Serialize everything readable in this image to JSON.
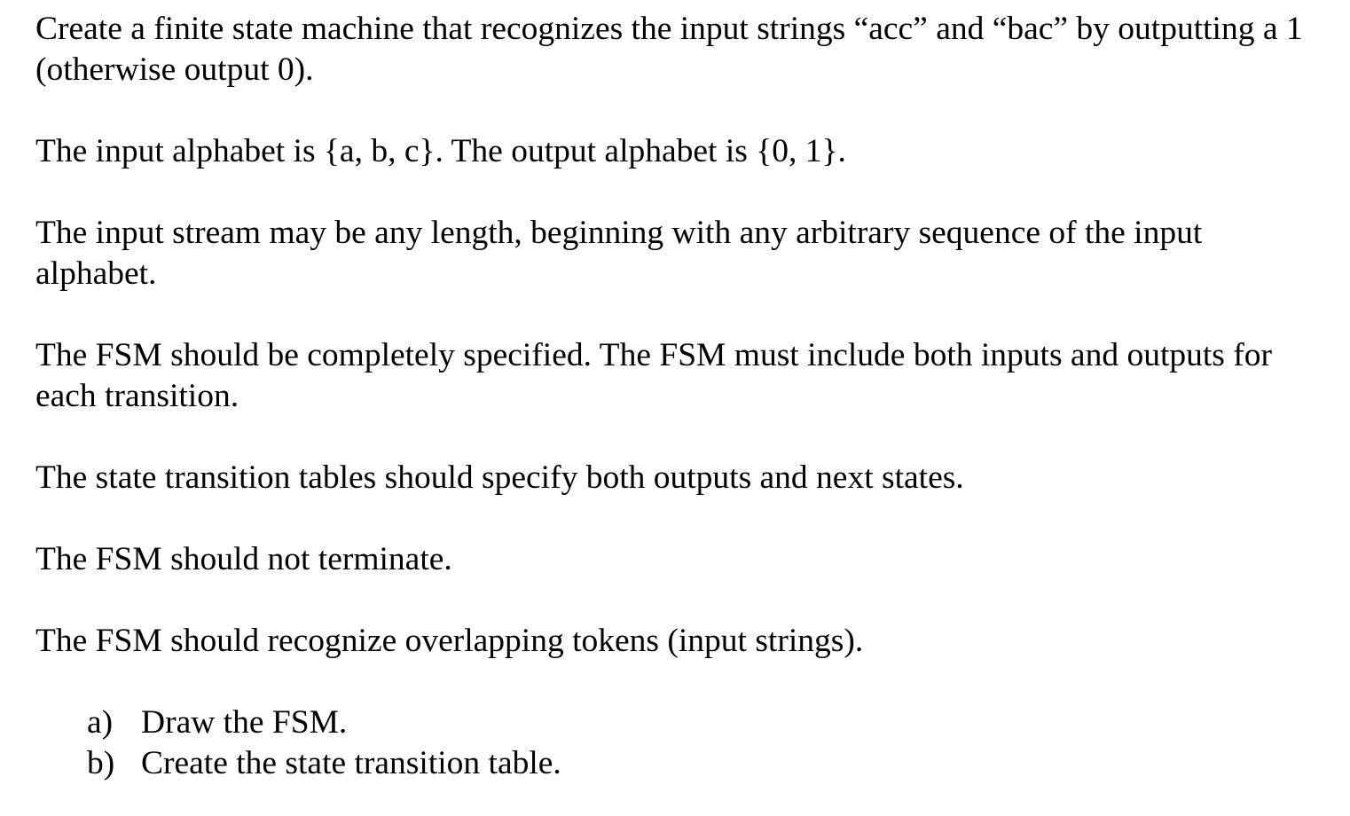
{
  "paragraphs": [
    "Create a finite state machine that recognizes the input strings “acc” and “bac” by outputting a 1 (otherwise output 0).",
    "The input alphabet is {a, b, c}. The output alphabet is {0, 1}.",
    "The input stream may be any length, beginning with any arbitrary sequence of the input alphabet.",
    "The FSM should be completely specified. The FSM must include both inputs and outputs for each transition.",
    "The state transition tables should specify both outputs and next states.",
    "The FSM should not terminate.",
    "The FSM should recognize overlapping tokens (input strings)."
  ],
  "tasks": [
    {
      "marker": "a)",
      "text": "Draw the FSM."
    },
    {
      "marker": "b)",
      "text": "Create the state transition table."
    }
  ]
}
